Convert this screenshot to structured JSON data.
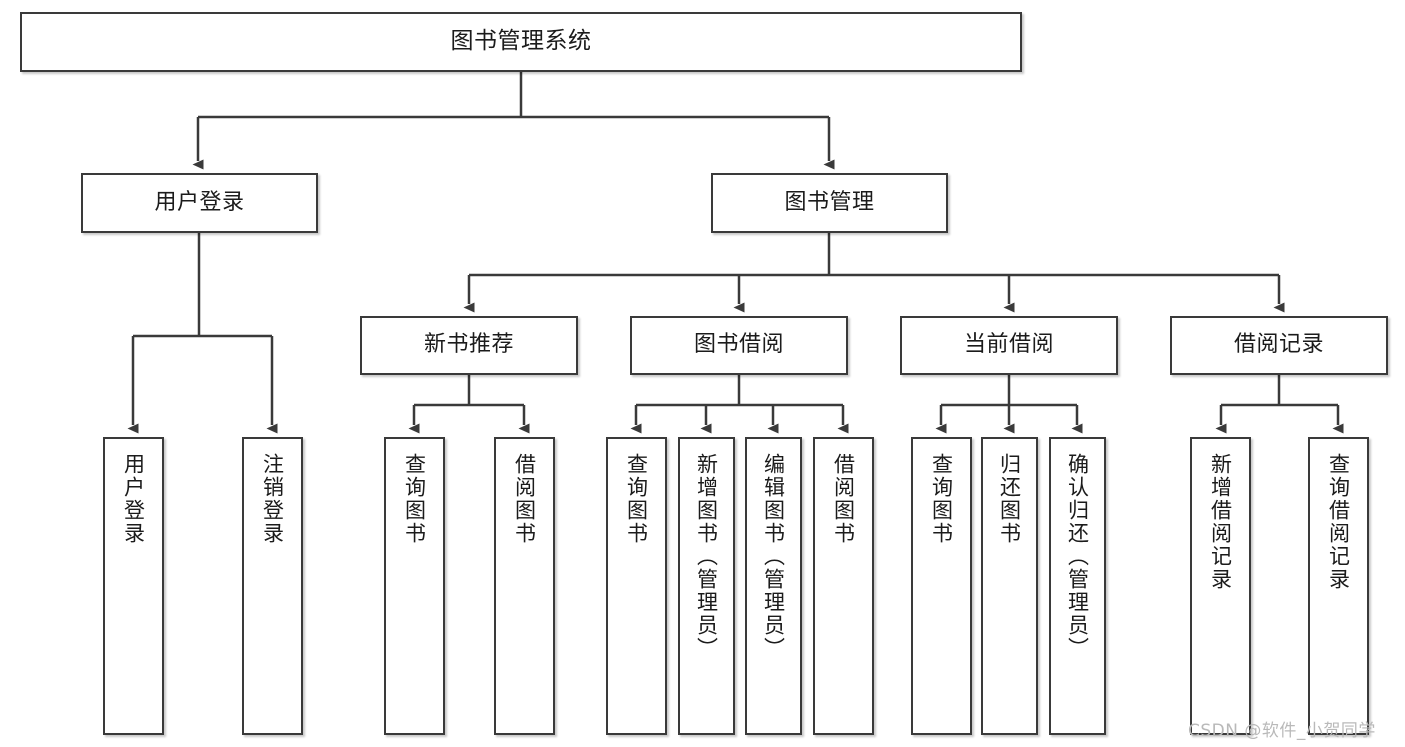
{
  "diagram": {
    "title": "图书管理系统",
    "type": "function-structure-tree",
    "root": {
      "id": "root",
      "label": "图书管理系统"
    },
    "level2": [
      {
        "id": "user-login",
        "label": "用户登录"
      },
      {
        "id": "book-manage",
        "label": "图书管理"
      }
    ],
    "level3": [
      {
        "id": "new-book-rec",
        "label": "新书推荐",
        "parent": "book-manage"
      },
      {
        "id": "book-borrow",
        "label": "图书借阅",
        "parent": "book-manage"
      },
      {
        "id": "current-borrow",
        "label": "当前借阅",
        "parent": "book-manage"
      },
      {
        "id": "borrow-record",
        "label": "借阅记录",
        "parent": "book-manage"
      }
    ],
    "leaves": [
      {
        "id": "leaf-user-login",
        "label": "用户登录",
        "parent": "user-login"
      },
      {
        "id": "leaf-logout",
        "label": "注销登录",
        "parent": "user-login"
      },
      {
        "id": "leaf-query-book-1",
        "label": "查询图书",
        "parent": "new-book-rec"
      },
      {
        "id": "leaf-borrow-book-1",
        "label": "借阅图书",
        "parent": "new-book-rec"
      },
      {
        "id": "leaf-query-book-2",
        "label": "查询图书",
        "parent": "book-borrow"
      },
      {
        "id": "leaf-add-book",
        "label": "新增图书（管理员）",
        "parent": "book-borrow"
      },
      {
        "id": "leaf-edit-book",
        "label": "编辑图书（管理员）",
        "parent": "book-borrow"
      },
      {
        "id": "leaf-borrow-book-2",
        "label": "借阅图书",
        "parent": "book-borrow"
      },
      {
        "id": "leaf-query-book-3",
        "label": "查询图书",
        "parent": "current-borrow"
      },
      {
        "id": "leaf-return-book",
        "label": "归还图书",
        "parent": "current-borrow"
      },
      {
        "id": "leaf-confirm-return",
        "label": "确认归还（管理员）",
        "parent": "current-borrow"
      },
      {
        "id": "leaf-add-record",
        "label": "新增借阅记录",
        "parent": "borrow-record"
      },
      {
        "id": "leaf-query-record",
        "label": "查询借阅记录",
        "parent": "borrow-record"
      }
    ],
    "watermark": "CSDN @软件_小贺同学",
    "colors": {
      "border": "#3a3a3a",
      "text": "#1b1b1b",
      "connector": "#3a3a3a",
      "background": "#ffffff",
      "watermark": "#b9b9b9"
    }
  }
}
